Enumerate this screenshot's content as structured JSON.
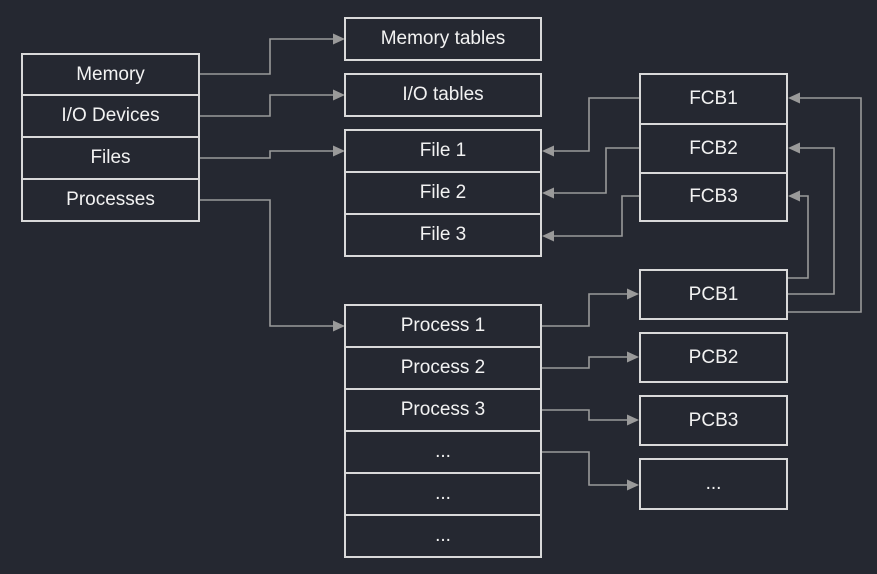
{
  "system_table": [
    "Memory",
    "I/O Devices",
    "Files",
    "Processes"
  ],
  "memory_tables": "Memory tables",
  "io_tables": "I/O tables",
  "file_table": [
    "File 1",
    "File 2",
    "File 3"
  ],
  "process_table": [
    "Process 1",
    "Process 2",
    "Process 3",
    "...",
    "...",
    "..."
  ],
  "fcbs": [
    "FCB1",
    "FCB2",
    "FCB3"
  ],
  "pcbs": [
    "PCB1",
    "PCB2",
    "PCB3",
    "..."
  ],
  "colors": {
    "background": "#252831",
    "box_border": "#d9d9d9",
    "text": "#f2f2f2",
    "arrow": "#9a9a9a"
  }
}
